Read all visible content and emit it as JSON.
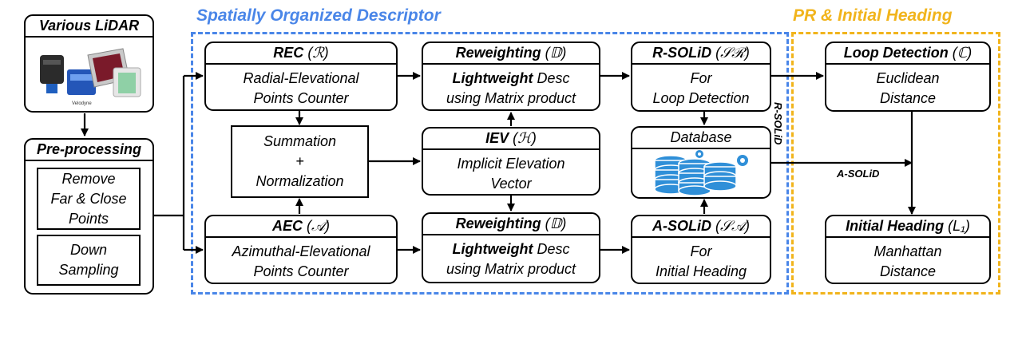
{
  "regions": {
    "sod_title": "Spatially Organized Descriptor",
    "pr_title": "PR & Initial Heading",
    "sod_color": "#4a86e8",
    "pr_color": "#f1b41c"
  },
  "lidar": {
    "title": "Various LiDAR",
    "device_caption": "Velodyne"
  },
  "pre": {
    "title": "Pre-processing",
    "step1": "Remove\nFar & Close\nPoints",
    "step2": "Down\nSampling"
  },
  "rec": {
    "title": "REC",
    "symbol": "(ℛ)",
    "body": "Radial-Elevational\nPoints Counter"
  },
  "aec": {
    "title": "AEC",
    "symbol": "(𝒜)",
    "body": "Azimuthal-Elevational\nPoints  Counter"
  },
  "sumnorm": {
    "line1": "Summation",
    "line2": "+",
    "line3": "Normalization"
  },
  "rw_top": {
    "title": "Reweighting",
    "symbol": "(𝔻)",
    "bold": "Lightweight",
    "rest": " Desc",
    "line2": "using Matrix product"
  },
  "iev": {
    "title": "IEV",
    "symbol": "(ℋ)",
    "body": "Implicit Elevation\nVector"
  },
  "rw_bot": {
    "title": "Reweighting",
    "symbol": "(𝔻)",
    "bold": "Lightweight",
    "rest": " Desc",
    "line2": "using Matrix product"
  },
  "rsolid": {
    "title": "R-SOLiD",
    "symbol": "(𝒮ℛ)",
    "body": "For\nLoop Detection"
  },
  "database": {
    "title": "Database"
  },
  "asolid": {
    "title": "A-SOLiD",
    "symbol": "(𝒮𝒜)",
    "body": "For\nInitial Heading"
  },
  "loop": {
    "title": "Loop Detection",
    "symbol": "(ℂ)",
    "body": "Euclidean\nDistance"
  },
  "heading": {
    "title": "Initial Heading",
    "symbol": "(L₁)",
    "body": "Manhattan\nDistance"
  },
  "edge_labels": {
    "r_solid": "R-SOLiD",
    "a_solid": "A-SOLiD"
  }
}
